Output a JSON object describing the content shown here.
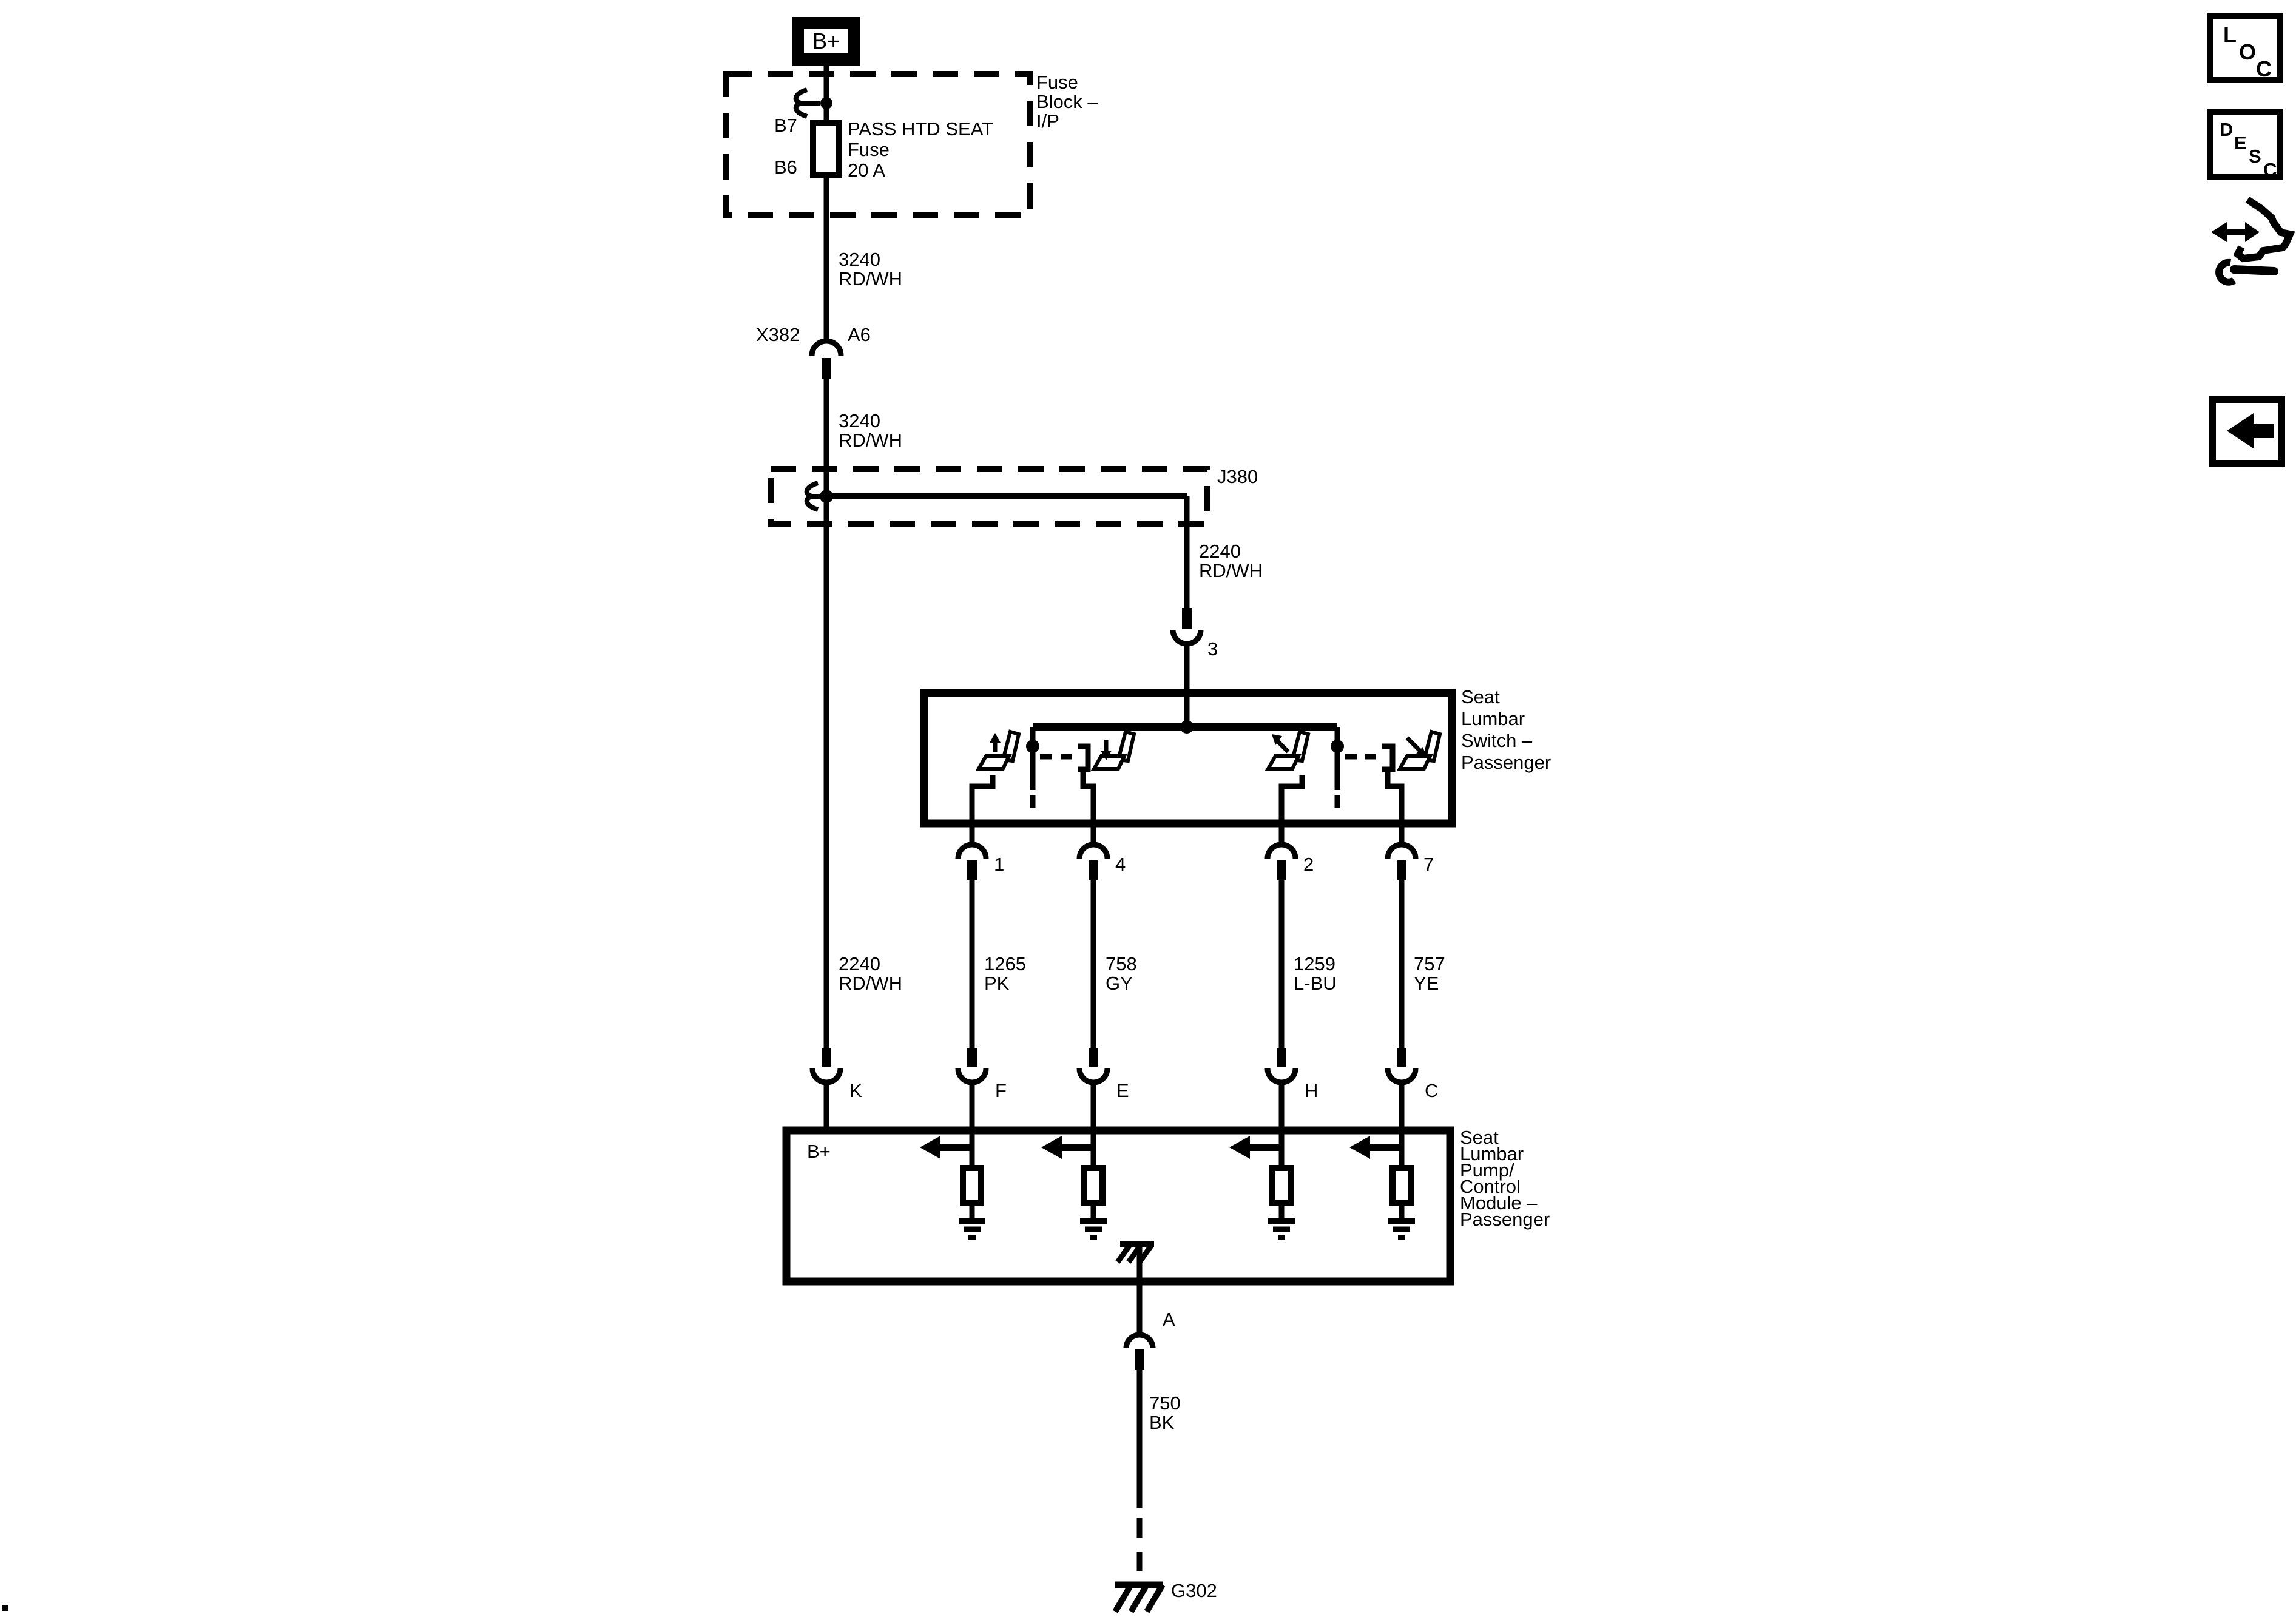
{
  "diagram": {
    "battery_label": "B+",
    "fuse_block": {
      "name_lines": [
        "Fuse",
        "Block –",
        "I/P"
      ],
      "terminal_in": "B7",
      "terminal_out": "B6",
      "fuse_lines": [
        "PASS HTD SEAT",
        "Fuse",
        "20 A"
      ]
    },
    "wire_fuse_to_x382": {
      "circuit": "3240",
      "color": "RD/WH"
    },
    "inline_connector": {
      "name": "X382",
      "cavity": "A6"
    },
    "wire_x382_to_splice": {
      "circuit": "3240",
      "color": "RD/WH"
    },
    "splice_label": "J380",
    "wire_splice_to_switch": {
      "circuit": "2240",
      "color": "RD/WH"
    },
    "switch": {
      "input_pin": "3",
      "name_lines": [
        "Seat",
        "Lumbar",
        "Switch –",
        "Passenger"
      ],
      "output_pins": [
        "1",
        "4",
        "2",
        "7"
      ]
    },
    "vertical_wires": [
      {
        "circuit": "2240",
        "color": "RD/WH"
      },
      {
        "circuit": "1265",
        "color": "PK"
      },
      {
        "circuit": "758",
        "color": "GY"
      },
      {
        "circuit": "1259",
        "color": "L-BU"
      },
      {
        "circuit": "757",
        "color": "YE"
      }
    ],
    "module": {
      "input_pins": [
        "K",
        "F",
        "E",
        "H",
        "C"
      ],
      "internal_power_label": "B+",
      "name_lines": [
        "Seat",
        "Lumbar",
        "Pump/",
        "Control",
        "Module –",
        "Passenger"
      ],
      "ground_pin": "A"
    },
    "wire_ground": {
      "circuit": "750",
      "color": "BK"
    },
    "ground_label": "G302"
  },
  "toolbar": {
    "loc_letters": [
      "L",
      "O",
      "C"
    ],
    "desc_letters": [
      "D",
      "E",
      "S",
      "C"
    ]
  }
}
